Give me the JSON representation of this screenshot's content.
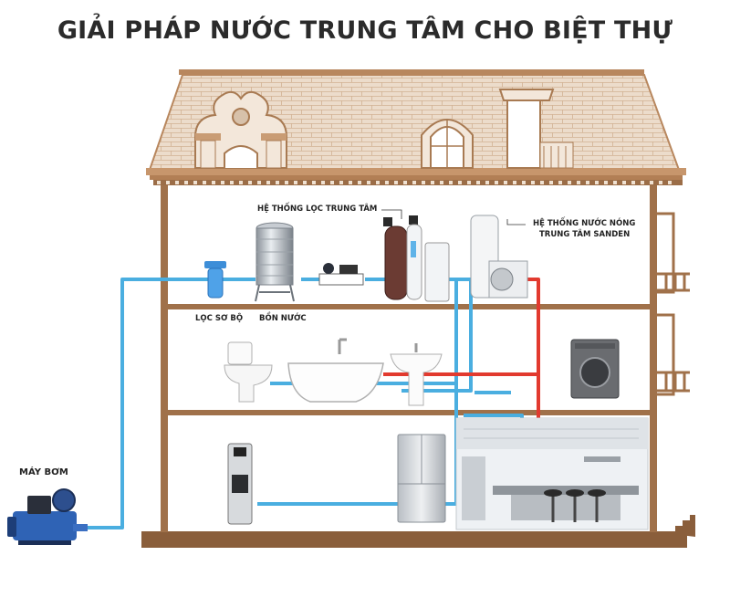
{
  "title": "GIẢI PHÁP NƯỚC TRUNG TÂM CHO BIỆT THỰ",
  "labels": {
    "central_filter": "HỆ THỐNG LỌC TRUNG TÂM",
    "hot_water_line1": "HỆ THỐNG NƯỚC NÓNG",
    "hot_water_line2": "TRUNG TÂM SANDEN",
    "pre_filter": "LỌC SƠ BỘ",
    "water_tank": "BỒN NƯỚC",
    "pump": "MÁY BƠM"
  },
  "colors": {
    "cold_pipe": "#4aaee0",
    "hot_pipe": "#e23a2f",
    "house_wall": "#a0714a",
    "facade": "#e9d7c4",
    "brick_line": "#c9a98a"
  },
  "icons": [
    "pump-icon",
    "pre-filter-icon",
    "water-tank-icon",
    "softener-icon",
    "heat-pump-icon",
    "toilet-icon",
    "bathtub-icon",
    "sink-icon",
    "washing-machine-icon",
    "water-dispenser-icon",
    "refrigerator-icon",
    "kitchen-icon"
  ]
}
